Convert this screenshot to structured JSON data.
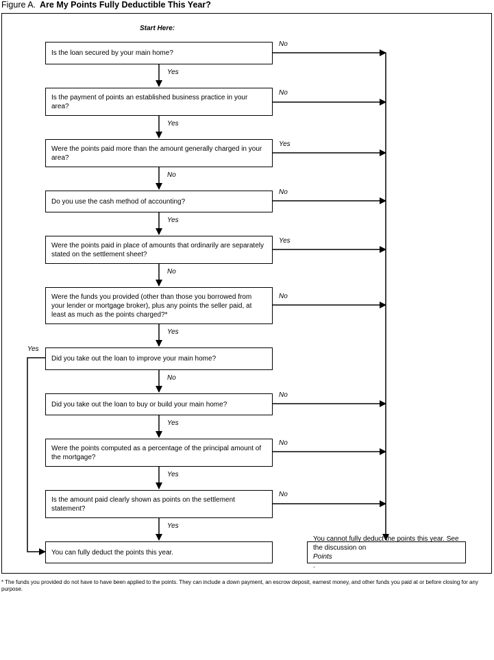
{
  "figure": {
    "label": "Figure A.",
    "title": "Are My Points Fully Deductible This Year?"
  },
  "start_label": "Start Here:",
  "questions": [
    {
      "text": "Is the loan secured by your main home?",
      "down": "Yes",
      "right": "No"
    },
    {
      "text": "Is the payment of points an established business practice in your area?",
      "down": "Yes",
      "right": "No"
    },
    {
      "text": "Were the points paid more than the amount generally charged in your area?",
      "down": "No",
      "right": "Yes"
    },
    {
      "text": "Do you use the cash method of accounting?",
      "down": "Yes",
      "right": "No"
    },
    {
      "text": "Were the points paid in place of amounts that ordinarily are separately stated on the settlement sheet?",
      "down": "No",
      "right": "Yes"
    },
    {
      "text": "Were the funds you provided (other than those you borrowed from your lender or mortgage broker), plus any points the seller paid, at least as much as the points charged?*",
      "down": "Yes",
      "right": "No"
    },
    {
      "text": "Did you take out the loan to improve your main home?",
      "down": "No",
      "left": "Yes"
    },
    {
      "text": "Did you take out the loan to buy or build your main home?",
      "down": "Yes",
      "right": "No"
    },
    {
      "text": "Were the points computed as a percentage of the principal amount of the mortgage?",
      "down": "Yes",
      "right": "No"
    },
    {
      "text": "Is the amount paid clearly shown as points on the settlement statement?",
      "down": "Yes",
      "right": "No"
    }
  ],
  "outcomes": {
    "deduct": "You can fully deduct the points this year.",
    "cannot_prefix": "You cannot fully deduct the points this year. See the discussion on ",
    "cannot_italic": "Points",
    "cannot_suffix": "."
  },
  "footnote": {
    "marker": "*",
    "text": "The funds you provided do not have to have been applied to the points. They can include a down payment, an escrow deposit, earnest money, and other funds you paid at or before closing for any purpose."
  }
}
